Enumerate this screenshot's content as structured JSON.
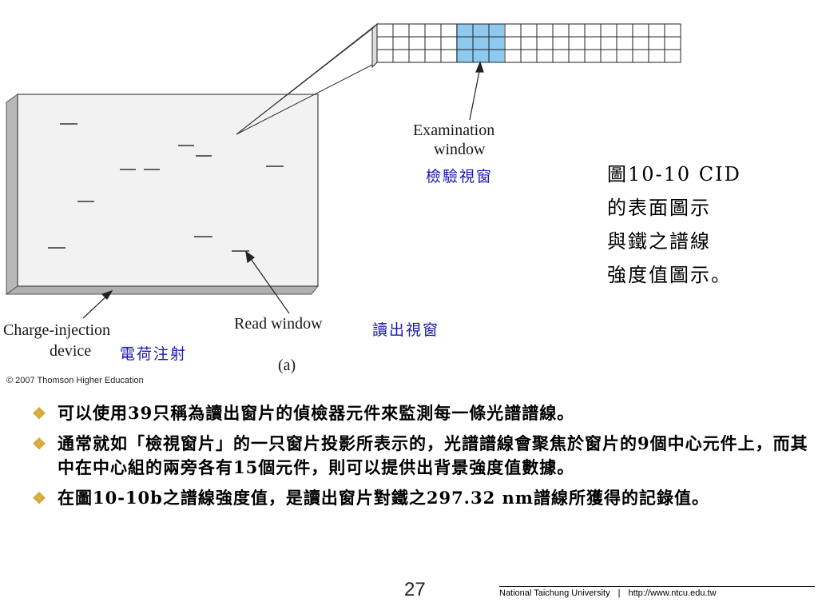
{
  "diagram": {
    "examination_label_line1": "Examination",
    "examination_label_line2": "window",
    "examination_label_zh": "檢驗視窗",
    "read_window_label": "Read window",
    "read_window_label_zh": "讀出視窗",
    "cid_label_line1": "Charge-injection",
    "cid_label_line2": "device",
    "cid_label_zh": "電荷注射",
    "panel_label": "(a)",
    "copyright": "© 2007 Thomson Higher Education",
    "highlight_color": "#8ec9ef"
  },
  "caption": {
    "line1": "圖10-10 CID",
    "line2": "的表面圖示",
    "line3": "與鐵之譜線",
    "line4": "強度值圖示。"
  },
  "bullets": [
    "可以使用39只稱為讀出窗片的偵檢器元件來監測每一條光譜譜線。",
    "通常就如「檢視窗片」的一只窗片投影所表示的，光譜譜線會聚焦於窗片的9個中心元件上，而其中在中心組的兩旁各有15個元件，則可以提供出背景強度值數據。",
    "在圖10-10b之譜線強度值，是讀出窗片對鐵之297.32 nm譜線所獲得的記錄值。"
  ],
  "bullet_icon": "diamond-bullet-icon",
  "page_number": "27",
  "footer": {
    "university": "National Taichung University",
    "url": "http://www.ntcu.edu.tw"
  }
}
